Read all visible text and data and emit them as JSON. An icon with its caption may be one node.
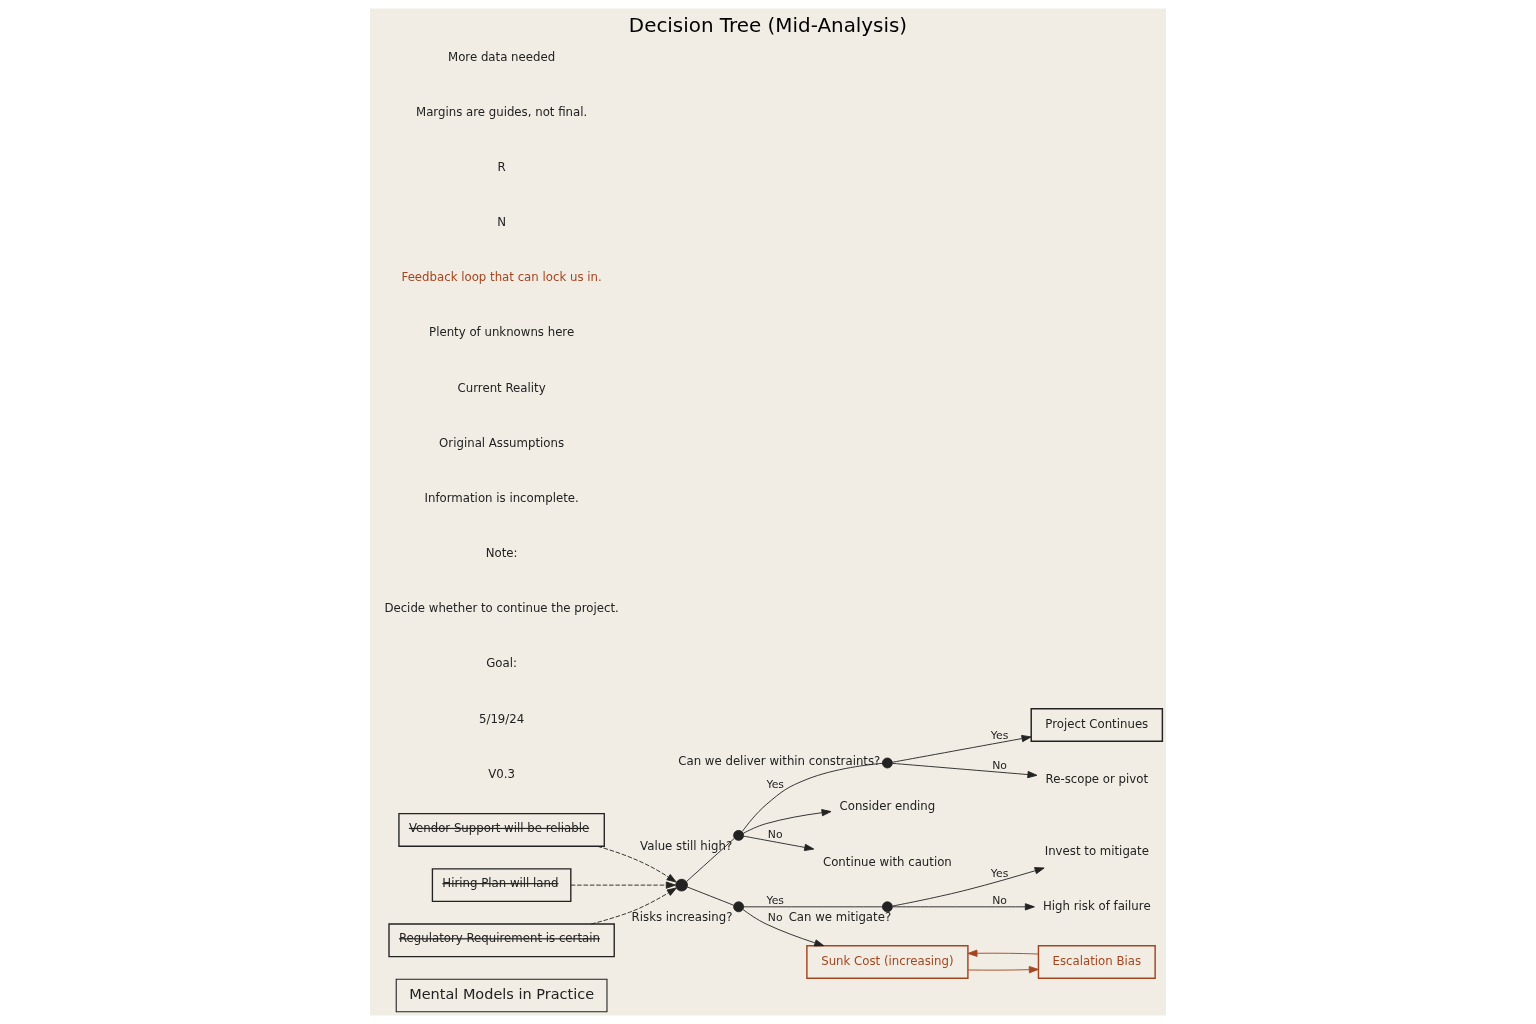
{
  "diagram": {
    "title": "Decision Tree (Mid-Analysis)",
    "nodes": [
      {
        "text": [
          "Mental Models in Practice"
        ]
      },
      {
        "text": [
          "Vendor Support will be reliable"
        ]
      },
      {
        "text": [
          "Hiring Plan will land"
        ]
      },
      {
        "text": [
          "Regulatory Requirement is certain"
        ]
      },
      {
        "text": [],
        "shape": "circle"
      },
      {
        "text": [
          "Value still high?"
        ]
      },
      {
        "text": [
          "Risks increasing?"
        ]
      },
      {
        "text": [
          "Can we deliver within constraints?"
        ]
      },
      {
        "text": [
          "Project Continues"
        ]
      },
      {
        "text": [
          "Re-scope or pivot"
        ]
      },
      {
        "text": [
          "Consider ending"
        ]
      },
      {
        "text": [
          "Continue with caution"
        ]
      },
      {
        "text": [
          "Can we mitigate?"
        ]
      },
      {
        "text": [
          "Invest to mitigate"
        ]
      },
      {
        "text": [
          "High risk of failure"
        ]
      },
      {
        "text": [
          "Sunk Cost (increasing)"
        ]
      },
      {
        "text": [
          "Escalation Bias"
        ]
      }
    ],
    "edges": [
      {
        "from": 1,
        "to": 4,
        "arrow": "to",
        "style": "dashed"
      },
      {
        "from": 2,
        "to": 4,
        "arrow": "to",
        "style": "dashed"
      },
      {
        "from": 3,
        "to": 4,
        "arrow": "to",
        "style": "dashed"
      },
      {
        "from": 4,
        "to": 5,
        "arrow": "none"
      },
      {
        "from": 4,
        "to": 6,
        "arrow": "none"
      },
      {
        "from": 5,
        "to": 7,
        "label": "Yes",
        "arrow": "none"
      },
      {
        "from": 5,
        "to": 10,
        "arrow": "to"
      },
      {
        "from": 5,
        "to": 11,
        "label": "No",
        "arrow": "to"
      },
      {
        "from": 7,
        "to": 8,
        "label": "Yes",
        "arrow": "to"
      },
      {
        "from": 7,
        "to": 9,
        "label": "No",
        "arrow": "to"
      },
      {
        "from": 6,
        "to": 12,
        "label": "Yes",
        "arrow": "none"
      },
      {
        "from": 12,
        "to": 13,
        "label": "Yes",
        "arrow": "to"
      },
      {
        "from": 12,
        "to": 14,
        "label": "No",
        "arrow": "to"
      },
      {
        "from": 6,
        "to": 15,
        "label": "No",
        "arrow": "to"
      },
      {
        "from": 15,
        "to": 16,
        "arrow": "to",
        "color": "#a3461f"
      },
      {
        "from": 16,
        "to": 15,
        "arrow": "to",
        "color": "#a3461f"
      }
    ],
    "labels": [
      "V0.3",
      "5/19/24",
      "Goal:",
      "Decide whether to continue the project.",
      "Note:",
      "Information is incomplete.",
      "Original Assumptions",
      "Current Reality",
      "Plenty of unknowns here",
      "Feedback loop that can lock us in.",
      "N",
      "R",
      "Margins are guides, not final.",
      "More data needed"
    ]
  }
}
